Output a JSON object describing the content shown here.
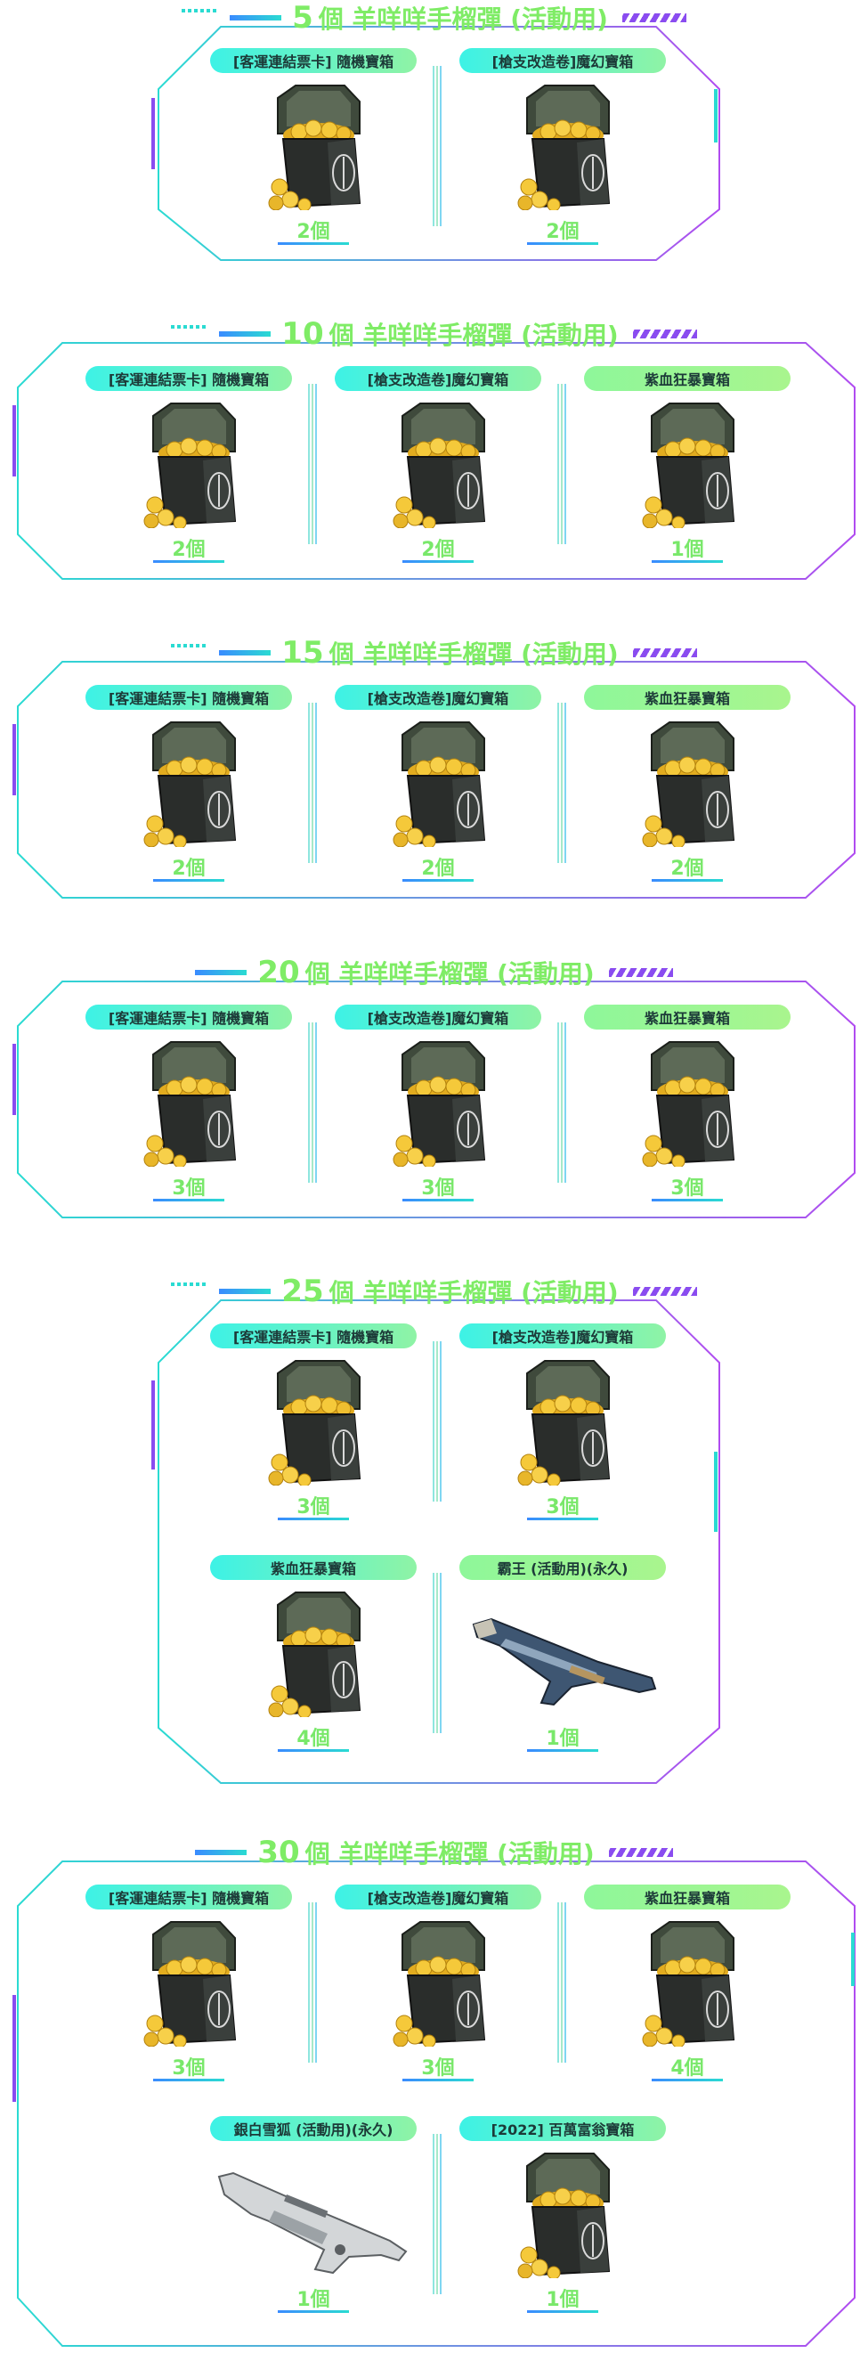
{
  "page_title": "",
  "colors": {
    "title_green": "#7fec66",
    "pill_cyan": "#3df2e6",
    "pill_green": "#8ef79a",
    "frame_cyan": "#2adbd2",
    "frame_purple": "#b04cf0",
    "qty_green": "#79e86a"
  },
  "sections": [
    {
      "count": "5",
      "title": "個 羊咩咩手榴彈 (活動用)",
      "items": [
        {
          "label": "[客運連結票卡] 隨機寶箱",
          "qty": "2個",
          "icon": "treasure-chest-icon"
        },
        {
          "label": "[槍支改造卷]魔幻寶箱",
          "qty": "2個",
          "icon": "treasure-chest-icon"
        }
      ]
    },
    {
      "count": "10",
      "title": "個 羊咩咩手榴彈 (活動用)",
      "items": [
        {
          "label": "[客運連結票卡] 隨機寶箱",
          "qty": "2個",
          "icon": "treasure-chest-icon"
        },
        {
          "label": "[槍支改造卷]魔幻寶箱",
          "qty": "2個",
          "icon": "treasure-chest-icon"
        },
        {
          "label": "紫血狂暴寶箱",
          "qty": "1個",
          "icon": "treasure-chest-icon"
        }
      ]
    },
    {
      "count": "15",
      "title": "個 羊咩咩手榴彈 (活動用)",
      "items": [
        {
          "label": "[客運連結票卡] 隨機寶箱",
          "qty": "2個",
          "icon": "treasure-chest-icon"
        },
        {
          "label": "[槍支改造卷]魔幻寶箱",
          "qty": "2個",
          "icon": "treasure-chest-icon"
        },
        {
          "label": "紫血狂暴寶箱",
          "qty": "2個",
          "icon": "treasure-chest-icon"
        }
      ]
    },
    {
      "count": "20",
      "title": "個 羊咩咩手榴彈 (活動用)",
      "items": [
        {
          "label": "[客運連結票卡] 隨機寶箱",
          "qty": "3個",
          "icon": "treasure-chest-icon"
        },
        {
          "label": "[槍支改造卷]魔幻寶箱",
          "qty": "3個",
          "icon": "treasure-chest-icon"
        },
        {
          "label": "紫血狂暴寶箱",
          "qty": "3個",
          "icon": "treasure-chest-icon"
        }
      ]
    },
    {
      "count": "25",
      "title": "個 羊咩咩手榴彈 (活動用)",
      "items": [
        {
          "label": "[客運連結票卡] 隨機寶箱",
          "qty": "3個",
          "icon": "treasure-chest-icon"
        },
        {
          "label": "[槍支改造卷]魔幻寶箱",
          "qty": "3個",
          "icon": "treasure-chest-icon"
        },
        {
          "label": "紫血狂暴寶箱",
          "qty": "4個",
          "icon": "treasure-chest-icon"
        },
        {
          "label": "霸王 (活動用)(永久)",
          "qty": "1個",
          "icon": "shotgun-icon"
        }
      ]
    },
    {
      "count": "30",
      "title": "個 羊咩咩手榴彈 (活動用)",
      "items": [
        {
          "label": "[客運連結票卡] 隨機寶箱",
          "qty": "3個",
          "icon": "treasure-chest-icon"
        },
        {
          "label": "[槍支改造卷]魔幻寶箱",
          "qty": "3個",
          "icon": "treasure-chest-icon"
        },
        {
          "label": "紫血狂暴寶箱",
          "qty": "4個",
          "icon": "treasure-chest-icon"
        },
        {
          "label": "銀白雪狐 (活動用)(永久)",
          "qty": "1個",
          "icon": "assault-rifle-icon"
        },
        {
          "label": "[2022] 百萬富翁寶箱",
          "qty": "1個",
          "icon": "treasure-chest-icon"
        }
      ]
    }
  ]
}
